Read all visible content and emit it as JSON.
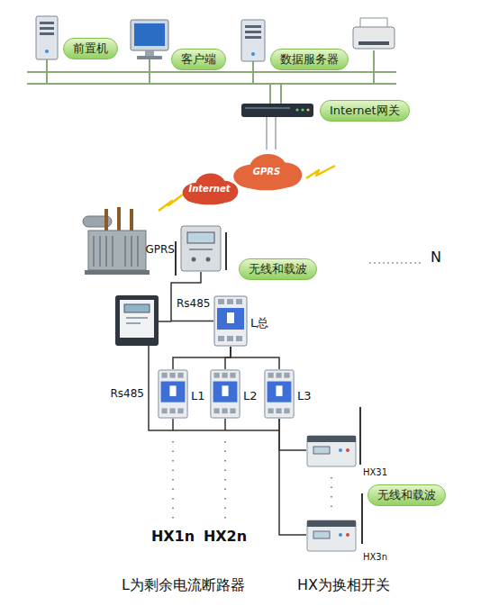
{
  "diagram": {
    "nodes": [
      {
        "text": [
          "前置机"
        ]
      },
      {
        "text": [
          "客户端"
        ]
      },
      {
        "text": [
          "数据服务器"
        ]
      },
      {
        "text": [
          "Internet网关"
        ]
      },
      {
        "text": [
          "Internet"
        ]
      },
      {
        "text": [
          "GPRS"
        ]
      },
      {
        "text": [
          "GPRS"
        ]
      },
      {
        "text": [
          "无线和载波"
        ]
      },
      {
        "text": [
          "L总"
        ]
      },
      {
        "text": [
          "L1"
        ]
      },
      {
        "text": [
          "L2"
        ]
      },
      {
        "text": [
          "L3"
        ]
      },
      {
        "text": [
          "HX31"
        ]
      },
      {
        "text": [
          "HX3n"
        ]
      },
      {
        "text": [
          "无线和载波"
        ]
      }
    ],
    "edges": [
      {
        "from": 6,
        "to": 8,
        "arrow": "none"
      },
      {
        "from": 8,
        "to": 9,
        "arrow": "none"
      },
      {
        "from": 8,
        "to": 10,
        "arrow": "none"
      },
      {
        "from": 8,
        "to": 11,
        "arrow": "none"
      },
      {
        "from": 11,
        "to": 12,
        "arrow": "none"
      },
      {
        "from": 11,
        "to": 13,
        "arrow": "none"
      }
    ],
    "labels": [
      "N",
      "Rs485",
      "Rs485",
      "HX1n",
      "HX2n",
      "L为剩余电流断路器",
      "HX为换相开关"
    ]
  }
}
